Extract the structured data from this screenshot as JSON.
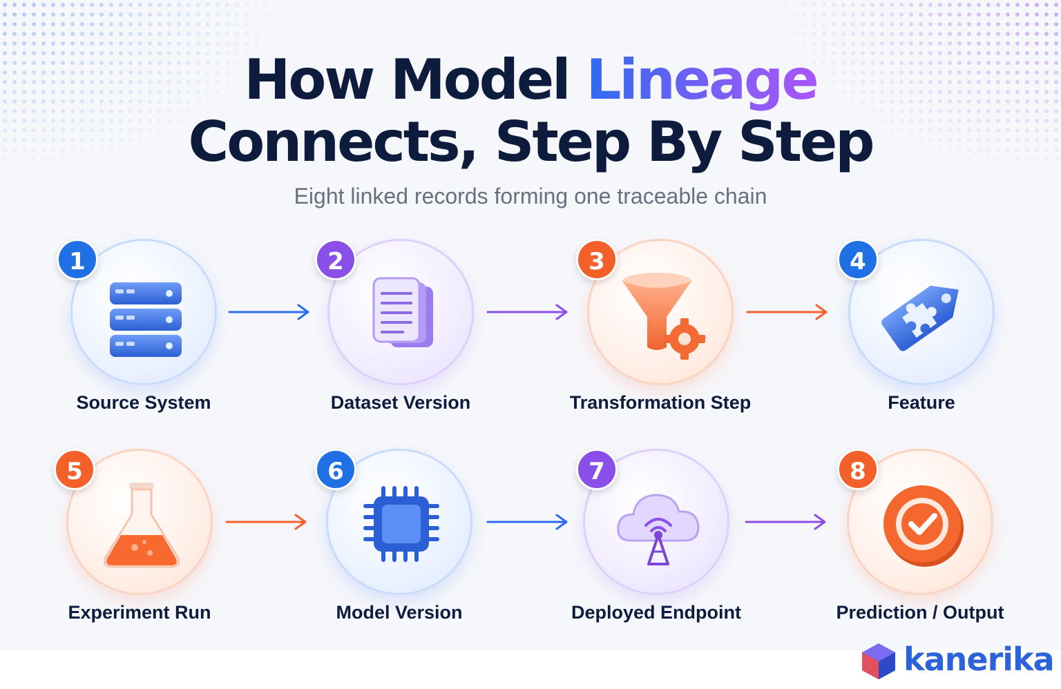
{
  "header": {
    "title_line1_part1": "How Model ",
    "title_line1_accent": "Lineage",
    "title_line2": "Connects, Step By Step",
    "subtitle": "Eight linked records forming one traceable chain"
  },
  "steps": [
    {
      "number": "1",
      "label": "Source System",
      "icon": "database-server-icon",
      "color": "#1f6fe5"
    },
    {
      "number": "2",
      "label": "Dataset Version",
      "icon": "document-stack-icon",
      "color": "#8a4fe8"
    },
    {
      "number": "3",
      "label": "Transformation Step",
      "icon": "funnel-gear-icon",
      "color": "#f4602a"
    },
    {
      "number": "4",
      "label": "Feature",
      "icon": "puzzle-tag-icon",
      "color": "#1f6fe5"
    },
    {
      "number": "5",
      "label": "Experiment Run",
      "icon": "flask-icon",
      "color": "#f4602a"
    },
    {
      "number": "6",
      "label": "Model Version",
      "icon": "chip-icon",
      "color": "#1f6fe5"
    },
    {
      "number": "7",
      "label": "Deployed Endpoint",
      "icon": "cloud-antenna-icon",
      "color": "#8a4fe8"
    },
    {
      "number": "8",
      "label": "Prediction / Output",
      "icon": "check-badge-icon",
      "color": "#f4602a"
    }
  ],
  "colors": {
    "blue": "#1f6fe5",
    "purple": "#8a4fe8",
    "orange": "#f4602a",
    "navy": "#0d1b3d"
  },
  "brand": {
    "name": "kanerika"
  }
}
